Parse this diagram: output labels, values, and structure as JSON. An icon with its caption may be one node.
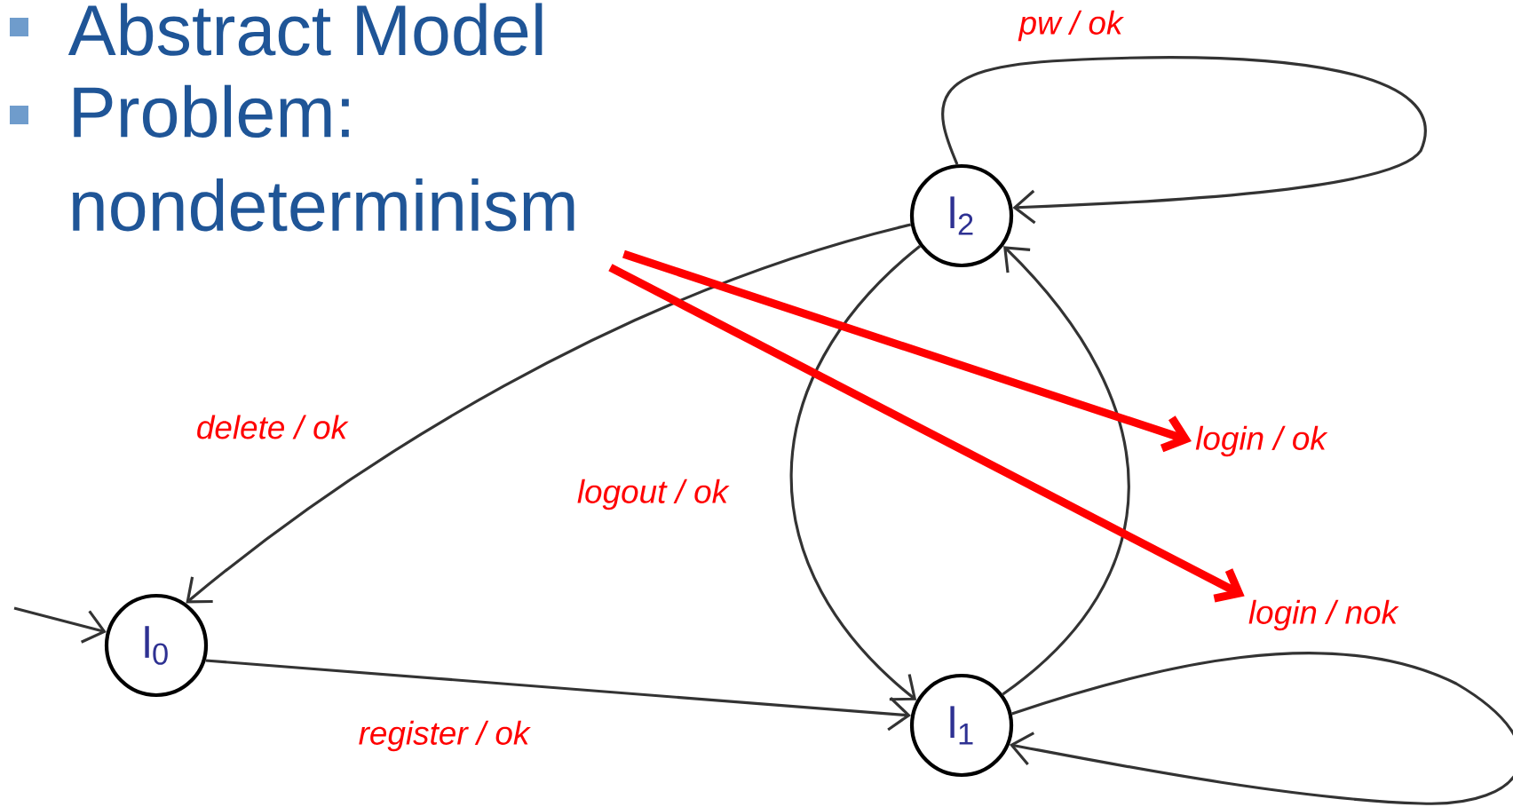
{
  "diagram": {
    "nodes": [
      {
        "text": [
          "Problem: nondeterminism"
        ]
      },
      {
        "text": [
          "l$_{0}$"
        ]
      },
      {
        "text": [
          "l$_{1}$"
        ]
      },
      {
        "text": [
          "l$_{2}$"
        ]
      },
      {
        "text": [
          "login / ok"
        ]
      },
      {
        "text": [
          "login / nok"
        ]
      }
    ],
    "edges": [
      {
        "from": null,
        "to": 1,
        "arrow": "to"
      },
      {
        "from": 1,
        "to": 2,
        "arrow": "to",
        "label": "register / ok"
      },
      {
        "from": 2,
        "to": 3,
        "arrow": "to"
      },
      {
        "from": 3,
        "to": 2,
        "arrow": "to",
        "label": "logout / ok"
      },
      {
        "from": 3,
        "to": 1,
        "arrow": "to",
        "label": "delete / ok"
      },
      {
        "from": 3,
        "to": 3,
        "arrow": "to",
        "label": "pw / ok"
      },
      {
        "from": 2,
        "to": 2,
        "arrow": "to"
      },
      {
        "from": 0,
        "to": 4,
        "arrow": "to",
        "style": "thick",
        "color": "#ff0000"
      },
      {
        "from": 0,
        "to": 5,
        "arrow": "to",
        "style": "thick",
        "color": "#ff0000"
      }
    ],
    "labels": [
      "Abstract Model"
    ]
  }
}
